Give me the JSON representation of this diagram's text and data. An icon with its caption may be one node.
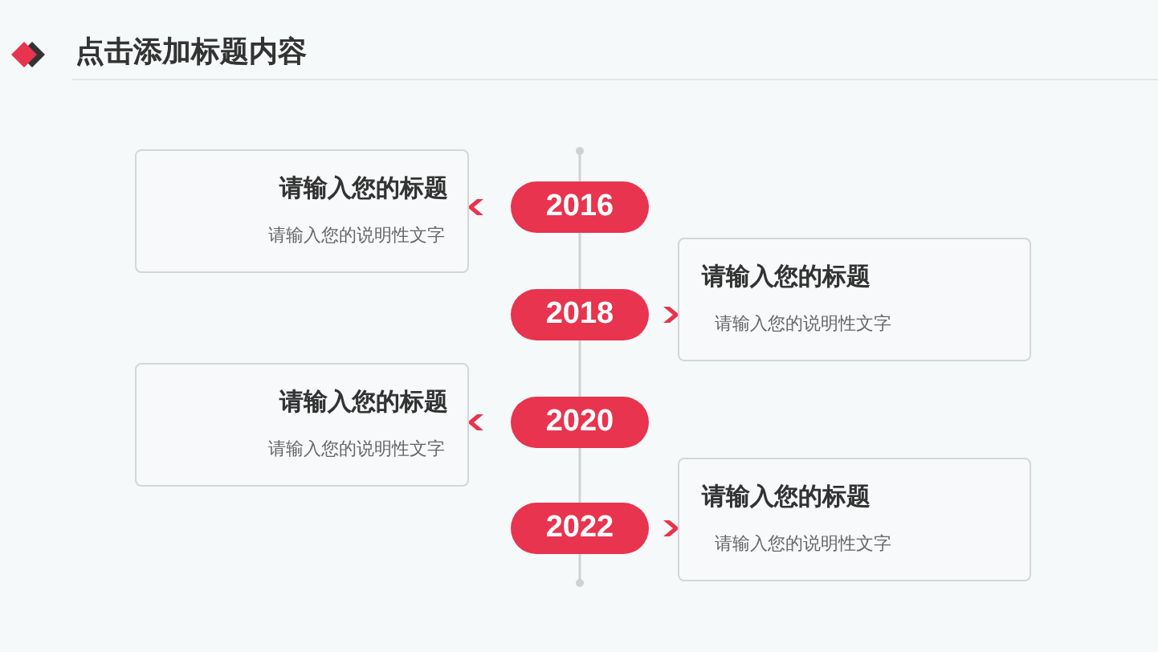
{
  "diagram": {
    "title": "点击添加标题内容",
    "nodes": [
      {
        "text": [
          "请输入您的标题",
          "请输入您的说明性文字"
        ]
      },
      {
        "text": [
          "2016"
        ]
      },
      {
        "text": [
          "请输入您的标题",
          "请输入您的说明性文字"
        ]
      },
      {
        "text": [
          "2018"
        ]
      },
      {
        "text": [
          "请输入您的标题",
          "请输入您的说明性文字"
        ]
      },
      {
        "text": [
          "2020"
        ]
      },
      {
        "text": [
          "请输入您的标题",
          "请输入您的说明性文字"
        ]
      },
      {
        "text": [
          "2022"
        ]
      }
    ],
    "edges": [
      {
        "from": 1,
        "to": 0,
        "arrow": "to"
      },
      {
        "from": 3,
        "to": 2,
        "arrow": "to"
      },
      {
        "from": 5,
        "to": 4,
        "arrow": "to"
      },
      {
        "from": 7,
        "to": 6,
        "arrow": "to"
      }
    ]
  }
}
